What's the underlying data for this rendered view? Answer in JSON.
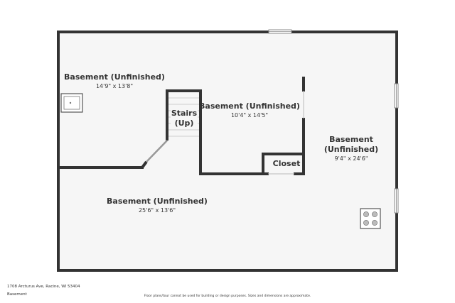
{
  "colors": {
    "wall": "#333333",
    "floor": "#f6f6f6",
    "background": "#ffffff"
  },
  "rooms": {
    "northwest": {
      "name": "Basement (Unfinished)",
      "dims": "14'9\" x 13'8\""
    },
    "center": {
      "name": "Basement (Unfinished)",
      "dims": "10'4\" x 14'5\""
    },
    "east": {
      "name_line1": "Basement",
      "name_line2": "(Unfinished)",
      "dims": "9'4\" x 24'6\""
    },
    "south": {
      "name": "Basement (Unfinished)",
      "dims": "25'6\" x 13'6\""
    },
    "stairs": {
      "name_line1": "Stairs",
      "name_line2": "(Up)"
    },
    "closet": {
      "name": "Closet"
    }
  },
  "icons": [
    "sink-icon",
    "cooktop-icon",
    "window-icon"
  ],
  "footer": {
    "address": "1708 Arcturus Ave, Racine, WI 53404",
    "level": "Basement",
    "disclaimer": "Floor plans/tour cannot be used for building or design purposes. Sizes and dimensions are approximate."
  }
}
